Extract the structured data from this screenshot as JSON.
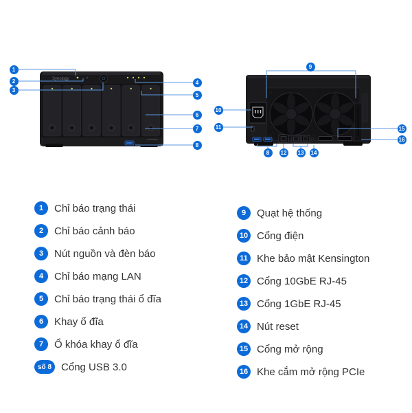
{
  "colors": {
    "badge": "#0c6bd8",
    "line": "#5b97e0",
    "text": "#333333",
    "led": "#c9d45c",
    "usb_blue": "#2f6fd0"
  },
  "device_front": {
    "logo": "Synology"
  },
  "callouts": {
    "front": [
      "1",
      "2",
      "3",
      "4",
      "5",
      "6",
      "7",
      "8"
    ],
    "back": [
      "9",
      "10",
      "11",
      "12",
      "13",
      "14",
      "15",
      "16",
      "8"
    ]
  },
  "legend": {
    "left": [
      {
        "num": "1",
        "label": "Chỉ báo trạng thái"
      },
      {
        "num": "2",
        "label": "Chỉ báo cảnh báo"
      },
      {
        "num": "3",
        "label": "Nút nguồn và đèn báo"
      },
      {
        "num": "4",
        "label": "Chỉ báo mạng LAN"
      },
      {
        "num": "5",
        "label": "Chỉ báo trạng thái ổ đĩa"
      },
      {
        "num": "6",
        "label": "Khay ổ đĩa"
      },
      {
        "num": "7",
        "label": "Ổ khóa khay ổ đĩa"
      },
      {
        "num": "số 8",
        "label": "Cổng USB 3.0",
        "wide": true
      }
    ],
    "right": [
      {
        "num": "9",
        "label": "Quạt hệ thống"
      },
      {
        "num": "10",
        "label": "Cổng điện"
      },
      {
        "num": "11",
        "label": "Khe bảo mật Kensington"
      },
      {
        "num": "12",
        "label": "Cổng 10GbE RJ-45"
      },
      {
        "num": "13",
        "label": "Cổng 1GbE RJ-45"
      },
      {
        "num": "14",
        "label": "Nút reset"
      },
      {
        "num": "15",
        "label": "Cổng mở rộng"
      },
      {
        "num": "16",
        "label": "Khe cắm mở rộng PCIe"
      }
    ]
  }
}
